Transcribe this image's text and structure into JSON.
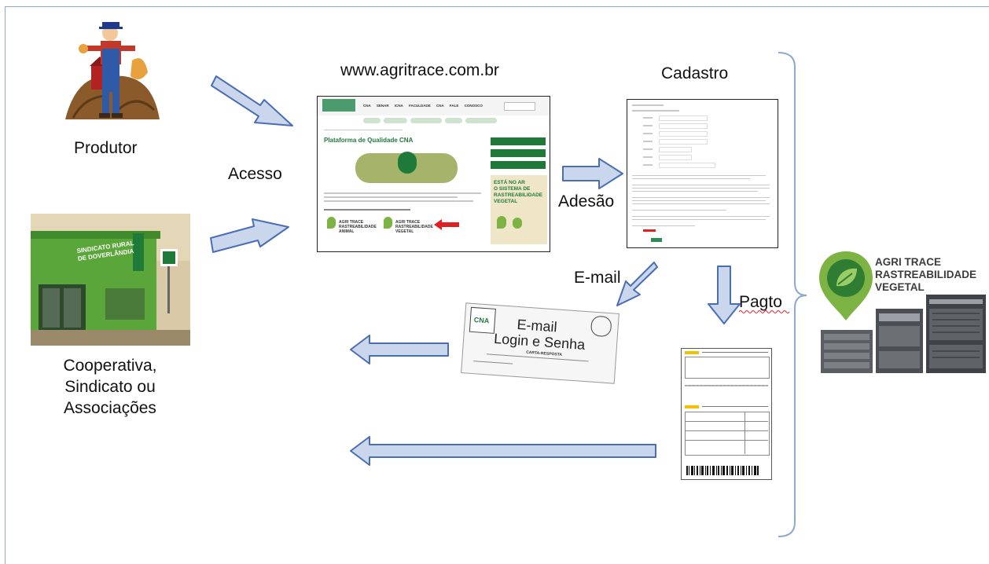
{
  "labels": {
    "produtor": "Produtor",
    "cooperativa": [
      "Cooperativa,",
      "Sindicato ou",
      "Associações"
    ],
    "acesso": "Acesso",
    "url": "www.agritrace.com.br",
    "cadastro": "Cadastro",
    "adesao": "Adesão",
    "email": "E-mail",
    "pagto": "Pagto"
  },
  "website": {
    "nav": [
      "CNA",
      "SENAR",
      "ICNA",
      "FACULDADE CNA",
      "FALE CONOSCO"
    ],
    "heading": "Plataforma de Qualidade CNA",
    "badge1": [
      "AGRI TRACE",
      "RASTREABILIDADE",
      "ANIMAL"
    ],
    "badge2": [
      "AGRI TRACE",
      "RASTREABILIDADE",
      "VEGETAL"
    ],
    "promo": [
      "ESTÁ NO AR",
      "O SISTEMA DE",
      "RASTREABILIDADE",
      "VEGETAL"
    ]
  },
  "sindicato_sign": [
    "SINDICATO RURAL",
    "DE DOVERLÂNDIA"
  ],
  "email_card": {
    "logo": "CNA",
    "title": "E-mail",
    "subtitle": "Login e Senha",
    "small": "CARTA-RESPOSTA"
  },
  "logo": {
    "lines": [
      "AGRI TRACE",
      "RASTREABILIDADE",
      "VEGETAL"
    ],
    "color": "#7cb342"
  },
  "colors": {
    "arrow_fill": "#c9d6ec",
    "arrow_stroke": "#4a6eb4",
    "brand_green": "#1f7a3a"
  }
}
